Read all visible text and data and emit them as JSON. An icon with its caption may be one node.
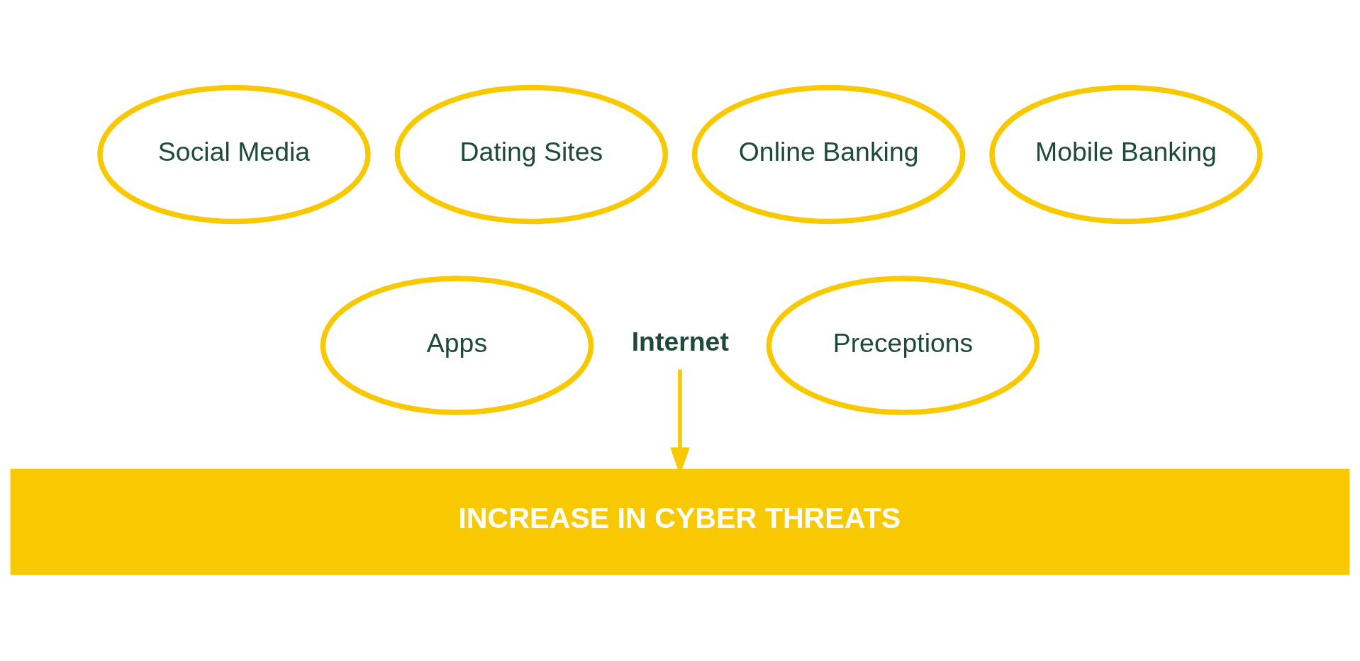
{
  "diagram": {
    "nodes": [
      {
        "text": [
          "Internet"
        ]
      },
      {
        "text": [
          "Apps"
        ]
      },
      {
        "text": [
          "Social Media"
        ]
      },
      {
        "text": [
          "Dating Sites"
        ]
      },
      {
        "text": [
          "Online Banking"
        ]
      },
      {
        "text": [
          "Mobile Banking"
        ]
      },
      {
        "text": [
          "Preceptions"
        ]
      },
      {
        "text": [
          "INCREASE IN CYBER THREATS"
        ]
      }
    ],
    "edges": [
      {
        "from": 0,
        "to": 7,
        "arrow": "to"
      }
    ]
  }
}
